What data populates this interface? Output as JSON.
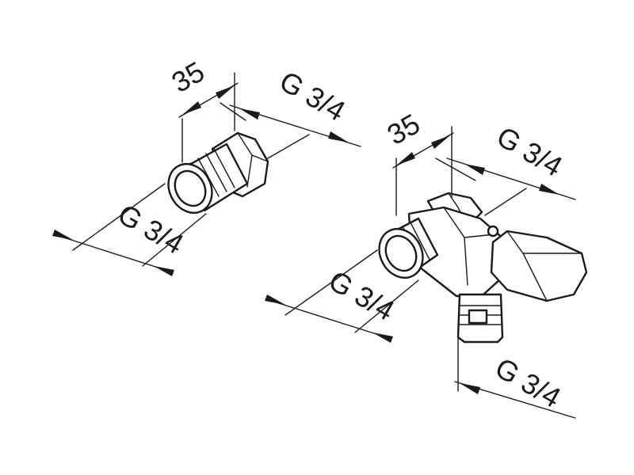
{
  "colors": {
    "line": "#1a1a1a",
    "background": "#ffffff"
  },
  "labels": {
    "adapter_length": "35",
    "adapter_outlet_thread": "G 3/4",
    "adapter_inlet_thread": "G 3/4",
    "valve_length": "35",
    "valve_outlet_thread": "G 3/4",
    "valve_inlet_thread": "G 3/4",
    "valve_bottom_thread": "G 3/4"
  }
}
